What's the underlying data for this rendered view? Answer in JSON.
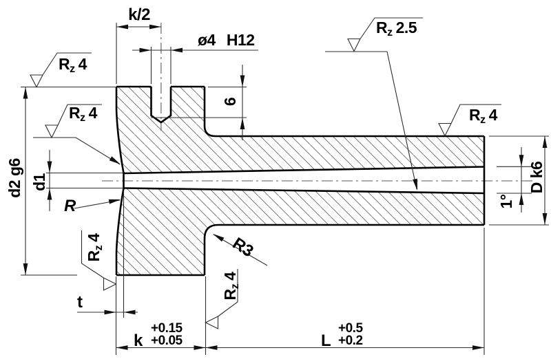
{
  "annotations": {
    "k_half": "k/2",
    "hole_dia": "ø4",
    "hole_fit": "H12",
    "hole_depth": "6",
    "d2": "d2 g6",
    "d1": "d1",
    "face_radius": "R",
    "fillet_radius": "R3",
    "taper_angle": "1°",
    "shaft_dia": "D k6",
    "t": "t",
    "k": "k",
    "k_tol_upper": "+0.15",
    "k_tol_lower": "+0.05",
    "L": "L",
    "L_tol_upper": "+0.5",
    "L_tol_lower": "+0.2"
  },
  "roughness": {
    "symbol_base": "R",
    "symbol_sub": "z",
    "marks": {
      "head_top_face": "4",
      "dish_face": "4",
      "head_bottom_face": "4",
      "shoulder_face": "4",
      "shaft_surface": "4",
      "bore_surface": "2.5"
    }
  }
}
